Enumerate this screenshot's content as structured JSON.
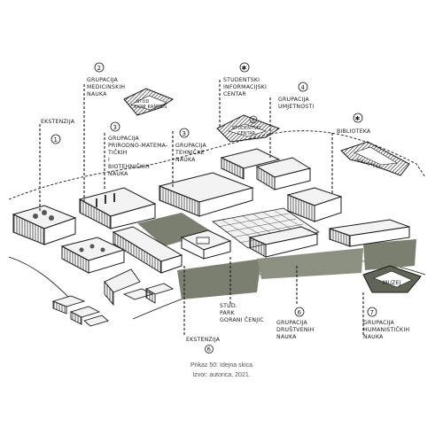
{
  "labels": {
    "ekstenzija_top": "EKSTENZIJA",
    "n1": "1",
    "n2": "2",
    "med_l1": "GRUPACIJA",
    "med_l2": "MEDICINSKIH",
    "med_l3": "NAUKA",
    "stud_dom_l1": "STUD",
    "stud_dom_l2": "DOM KAMPUS",
    "n3": "3",
    "nat_l1": "GRUPACIJA",
    "nat_l2": "PRIRODNO-MATEMA-",
    "nat_l3": "TIČKIH",
    "nat_l4": "I",
    "nat_l5": "BIOTEHNIČKIH",
    "nat_l6": "NAUKA",
    "tech_l1": "GRUPACIJA",
    "tech_l2": "TEHNIČKE",
    "tech_l3": "NAUKA",
    "n4star": "✱",
    "sic_l1": "STUDENTSKI",
    "sic_l2": "INFORMACIJSKI",
    "sic_l3": "CENTAR",
    "n5": "5",
    "cafe_l1": "STUDENTSKI",
    "cafe_l2": "CENTAR",
    "n4": "4",
    "art_l1": "GRUPACIJA",
    "art_l2": "UMJETNOSTI",
    "n8star": "✱",
    "biblio": "BIBLIOTEKA",
    "lib_roof": "BIBLIOTEKA",
    "muzej": "MUZEJ",
    "n7": "7",
    "hum_l1": "GRUPACIJA",
    "hum_l2": "HUMANISTIČKIH",
    "hum_l3": "NAUKA",
    "n6": "6",
    "soc_l1": "GRUPACIJA",
    "soc_l2": "DRUŠTVENIH",
    "soc_l3": "NAUKA",
    "park_l1": "STUD.",
    "park_l2": "PARK",
    "park_l3": "GORANI ČENJIC",
    "ekstenzija_bottom": "EKSTENZIJA",
    "n6b": "6"
  },
  "caption": {
    "line1": "Prikaz 50: Idejna skica",
    "line2": "Izvor: autorica, 2021."
  },
  "colors": {
    "ink": "#1a1a1a",
    "green_grey": "#7a7f70",
    "dark_green": "#5f6557",
    "paper": "#ffffff"
  }
}
